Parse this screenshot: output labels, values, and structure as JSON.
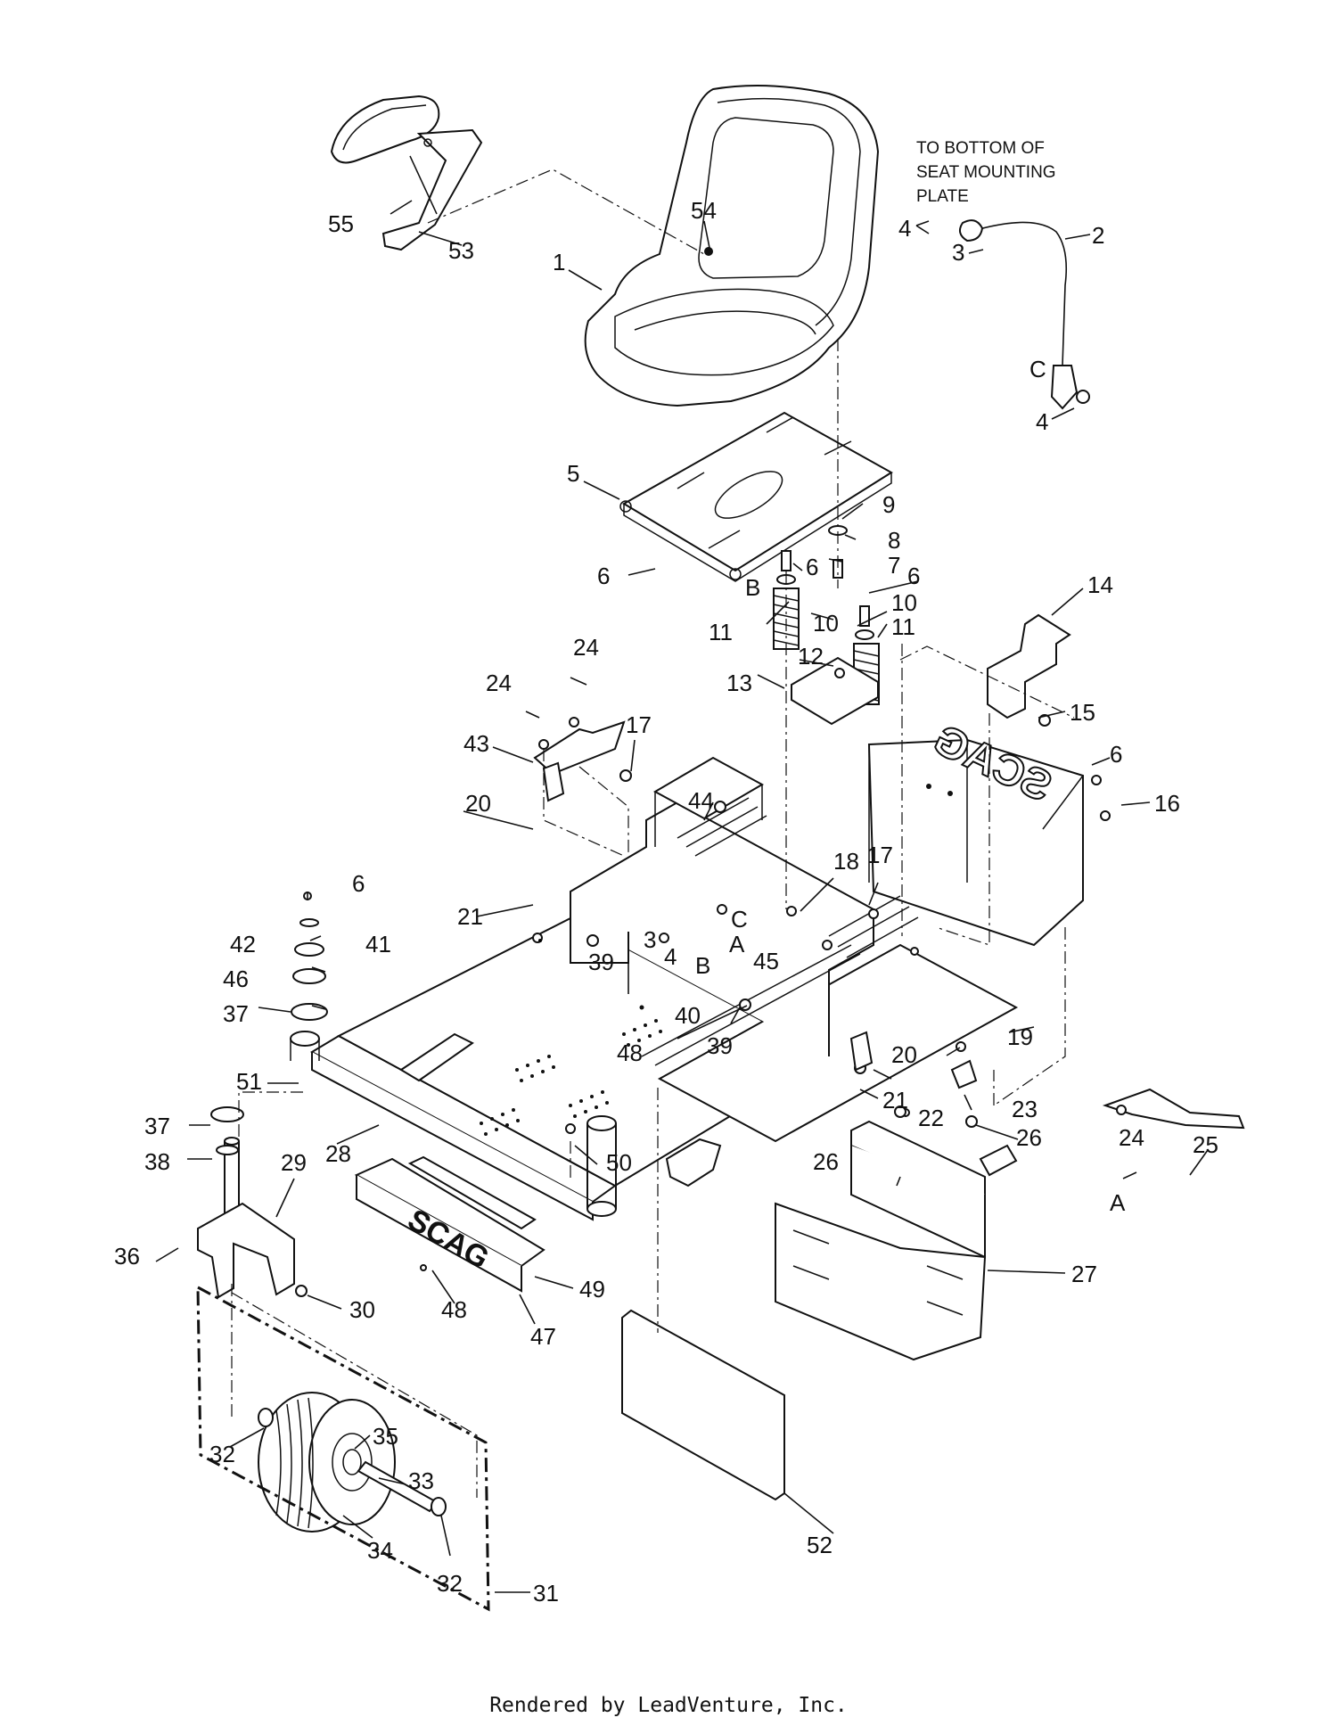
{
  "note": [
    "TO BOTTOM OF",
    "SEAT MOUNTING",
    "PLATE"
  ],
  "footer": "Rendered by LeadVenture, Inc.",
  "brand_marks": [
    "SCAG",
    "SCAG"
  ],
  "callouts": [
    {
      "label": "1"
    },
    {
      "label": "2"
    },
    {
      "label": "3"
    },
    {
      "label": "4"
    },
    {
      "label": "4"
    },
    {
      "label": "5"
    },
    {
      "label": "6"
    },
    {
      "label": "6"
    },
    {
      "label": "6"
    },
    {
      "label": "7"
    },
    {
      "label": "8"
    },
    {
      "label": "9"
    },
    {
      "label": "10"
    },
    {
      "label": "10"
    },
    {
      "label": "11"
    },
    {
      "label": "11"
    },
    {
      "label": "12"
    },
    {
      "label": "13"
    },
    {
      "label": "14"
    },
    {
      "label": "15"
    },
    {
      "label": "6"
    },
    {
      "label": "16"
    },
    {
      "label": "24"
    },
    {
      "label": "24"
    },
    {
      "label": "43"
    },
    {
      "label": "17"
    },
    {
      "label": "44"
    },
    {
      "label": "17"
    },
    {
      "label": "18"
    },
    {
      "label": "20"
    },
    {
      "label": "21"
    },
    {
      "label": "6"
    },
    {
      "label": "42"
    },
    {
      "label": "41"
    },
    {
      "label": "46"
    },
    {
      "label": "37"
    },
    {
      "label": "3"
    },
    {
      "label": "4"
    },
    {
      "label": "39"
    },
    {
      "label": "B"
    },
    {
      "label": "C"
    },
    {
      "label": "A"
    },
    {
      "label": "45"
    },
    {
      "label": "40"
    },
    {
      "label": "39"
    },
    {
      "label": "48"
    },
    {
      "label": "20"
    },
    {
      "label": "21"
    },
    {
      "label": "19"
    },
    {
      "label": "22"
    },
    {
      "label": "23"
    },
    {
      "label": "51"
    },
    {
      "label": "37"
    },
    {
      "label": "38"
    },
    {
      "label": "28"
    },
    {
      "label": "50"
    },
    {
      "label": "29"
    },
    {
      "label": "36"
    },
    {
      "label": "30"
    },
    {
      "label": "49"
    },
    {
      "label": "48"
    },
    {
      "label": "47"
    },
    {
      "label": "26"
    },
    {
      "label": "26"
    },
    {
      "label": "27"
    },
    {
      "label": "24"
    },
    {
      "label": "25"
    },
    {
      "label": "A"
    },
    {
      "label": "32"
    },
    {
      "label": "35"
    },
    {
      "label": "33"
    },
    {
      "label": "34"
    },
    {
      "label": "32"
    },
    {
      "label": "31"
    },
    {
      "label": "52"
    },
    {
      "label": "55"
    },
    {
      "label": "53"
    },
    {
      "label": "54"
    },
    {
      "label": "B"
    },
    {
      "label": "C"
    }
  ]
}
